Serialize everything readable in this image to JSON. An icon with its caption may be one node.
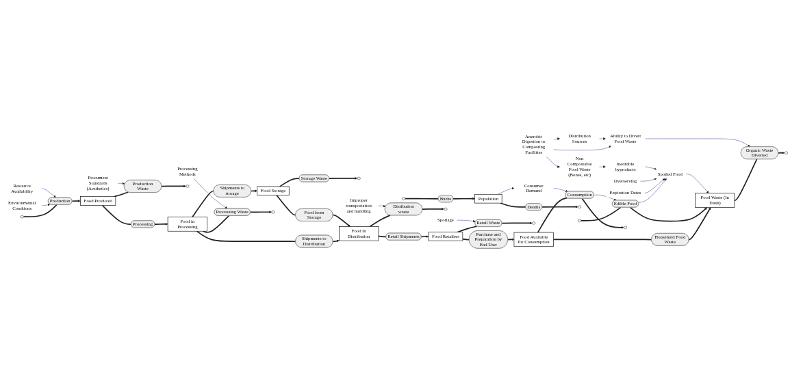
{
  "diagram": {
    "nodes": [
      {
        "text": [
          "Non Compostable Food Waste (Bones, etc)"
        ]
      },
      {
        "text": [
          "Anerobic Digestion or Composting Facilities"
        ]
      },
      {
        "text": [
          "Distribution Sources"
        ]
      },
      {
        "text": [
          "Expiration Dates"
        ]
      },
      {
        "text": [
          "Overserving"
        ]
      },
      {
        "text": [
          "Inedidble byproducts"
        ]
      },
      {
        "text": [
          "Ability to Divert Food Waste"
        ]
      },
      {
        "text": [
          "Spoiled Food"
        ]
      },
      {
        "text": [],
        "shape": "cloud"
      },
      {
        "text": [
          "Edible Food"
        ]
      },
      {
        "text": [
          "Food Waste (In Trash)"
        ]
      },
      {
        "text": [
          "Organic Waste Diverted"
        ]
      },
      {
        "text": [],
        "shape": "cloud"
      },
      {
        "text": [],
        "shape": "cloud"
      },
      {
        "text": [
          "Storage Waste"
        ]
      },
      {
        "text": [
          "Food Storage"
        ]
      },
      {
        "text": [
          "Food from Storage"
        ]
      },
      {
        "text": [
          "Shipments to storage"
        ]
      },
      {
        "text": [
          "Household Food Waste"
        ]
      },
      {
        "text": [],
        "shape": "cloud"
      },
      {
        "text": [
          "Production"
        ]
      },
      {
        "text": [
          "Food Produced"
        ]
      },
      {
        "text": [
          "Processing"
        ]
      },
      {
        "text": [
          "Food in Processing"
        ]
      },
      {
        "text": [
          "Shipments to Distribution"
        ]
      },
      {
        "text": [
          "Food in Distribution"
        ]
      },
      {
        "text": [
          "Retail Shipments"
        ]
      },
      {
        "text": [
          "Food Retailers"
        ]
      },
      {
        "text": [
          "Purchase and Preparation by End User"
        ]
      },
      {
        "text": [
          "Food Available for Consumption"
        ]
      },
      {
        "text": [
          "Consumption"
        ]
      },
      {
        "text": [],
        "shape": "cloud"
      },
      {
        "text": [
          "Environmental Condtions"
        ]
      },
      {
        "text": [
          "Resource Availability"
        ]
      },
      {
        "text": [
          "Production Waste"
        ]
      },
      {
        "text": [
          "Processing Waste"
        ]
      },
      {
        "text": [
          "Distibution waste"
        ]
      },
      {
        "text": [
          "Retail Waste"
        ]
      },
      {
        "text": [
          "Consumer Demand"
        ]
      },
      {
        "text": [],
        "shape": "cloud"
      },
      {
        "text": [
          "Procument Standards (Aesthetics)"
        ]
      },
      {
        "text": [
          "Processing Methods"
        ]
      },
      {
        "text": [],
        "shape": "cloud"
      },
      {
        "text": [
          "Improper transportation and handling"
        ]
      },
      {
        "text": [],
        "shape": "cloud"
      },
      {
        "text": [
          "Spoilage"
        ]
      },
      {
        "text": [],
        "shape": "cloud"
      },
      {
        "text": [],
        "shape": "cloud"
      },
      {
        "text": [
          "Births"
        ]
      },
      {
        "text": [
          "Population"
        ]
      },
      {
        "text": [
          "Deaths"
        ]
      },
      {
        "text": [],
        "shape": "cloud"
      }
    ],
    "edges": [
      {
        "from": 19,
        "to": 20,
        "arrow": "none"
      },
      {
        "from": 20,
        "to": 21,
        "arrow": "to"
      },
      {
        "from": 21,
        "to": 22,
        "arrow": "none"
      },
      {
        "from": 22,
        "to": 23,
        "arrow": "to"
      },
      {
        "from": 23,
        "to": 24,
        "arrow": "none"
      },
      {
        "from": 24,
        "to": 25,
        "arrow": "to"
      },
      {
        "from": 25,
        "to": 26,
        "arrow": "none"
      },
      {
        "from": 26,
        "to": 27,
        "arrow": "to"
      },
      {
        "from": 27,
        "to": 28,
        "arrow": "none"
      },
      {
        "from": 28,
        "to": 29,
        "arrow": "to"
      },
      {
        "from": 29,
        "to": 30,
        "arrow": "none"
      },
      {
        "from": 30,
        "to": 31,
        "arrow": "to"
      },
      {
        "from": 23,
        "to": 17,
        "arrow": "none"
      },
      {
        "from": 17,
        "to": 15,
        "arrow": "to"
      },
      {
        "from": 15,
        "to": 14,
        "arrow": "none"
      },
      {
        "from": 14,
        "to": 13,
        "arrow": "to"
      },
      {
        "from": 15,
        "to": 16,
        "arrow": "none"
      },
      {
        "from": 16,
        "to": 25,
        "arrow": "to"
      },
      {
        "from": 21,
        "to": 34,
        "arrow": "none"
      },
      {
        "from": 34,
        "to": 39,
        "arrow": "to"
      },
      {
        "from": 23,
        "to": 35,
        "arrow": "none"
      },
      {
        "from": 35,
        "to": 42,
        "arrow": "to"
      },
      {
        "from": 25,
        "to": 36,
        "arrow": "none"
      },
      {
        "from": 36,
        "to": 44,
        "arrow": "to"
      },
      {
        "from": 27,
        "to": 37,
        "arrow": "none"
      },
      {
        "from": 37,
        "to": 46,
        "arrow": "to"
      },
      {
        "from": 29,
        "to": 18,
        "arrow": "none"
      },
      {
        "from": 18,
        "to": 10,
        "arrow": "to"
      },
      {
        "from": 8,
        "to": 9,
        "arrow": "none"
      },
      {
        "from": 9,
        "to": 10,
        "arrow": "to"
      },
      {
        "from": 10,
        "to": 11,
        "arrow": "none"
      },
      {
        "from": 11,
        "to": 12,
        "arrow": "to"
      },
      {
        "from": 47,
        "to": 48,
        "arrow": "none"
      },
      {
        "from": 48,
        "to": 49,
        "arrow": "to"
      },
      {
        "from": 49,
        "to": 50,
        "arrow": "none"
      },
      {
        "from": 50,
        "to": 51,
        "arrow": "to"
      },
      {
        "from": 32,
        "to": 20,
        "arrow": "to",
        "color": "#5c5ca8"
      },
      {
        "from": 33,
        "to": 20,
        "arrow": "to",
        "color": "#5c5ca8"
      },
      {
        "from": 40,
        "to": 34,
        "arrow": "to",
        "color": "#5c5ca8"
      },
      {
        "from": 41,
        "to": 35,
        "arrow": "to",
        "color": "#5c5ca8"
      },
      {
        "from": 43,
        "to": 36,
        "arrow": "to",
        "color": "#5c5ca8"
      },
      {
        "from": 45,
        "to": 37,
        "arrow": "to",
        "color": "#5c5ca8"
      },
      {
        "from": 49,
        "to": 38,
        "arrow": "to",
        "color": "#5c5ca8"
      },
      {
        "from": 38,
        "to": 30,
        "arrow": "to",
        "color": "#5c5ca8"
      },
      {
        "from": 30,
        "to": 9,
        "arrow": "to",
        "color": "#5c5ca8"
      },
      {
        "from": 9,
        "to": 7,
        "arrow": "to",
        "color": "#5c5ca8"
      },
      {
        "from": 3,
        "to": 7,
        "arrow": "to",
        "color": "#5c5ca8"
      },
      {
        "from": 4,
        "to": 7,
        "arrow": "to",
        "color": "#5c5ca8"
      },
      {
        "from": 5,
        "to": 7,
        "arrow": "to",
        "color": "#5c5ca8"
      },
      {
        "from": 0,
        "to": 5,
        "arrow": "to",
        "color": "#5c5ca8"
      },
      {
        "from": 1,
        "to": 0,
        "arrow": "to",
        "color": "#5c5ca8"
      },
      {
        "from": 1,
        "to": 2,
        "arrow": "to",
        "color": "#5c5ca8"
      },
      {
        "from": 1,
        "to": 6,
        "arrow": "to",
        "color": "#5c5ca8"
      },
      {
        "from": 2,
        "to": 6,
        "arrow": "to",
        "color": "#5c5ca8"
      },
      {
        "from": 7,
        "to": 10,
        "arrow": "to",
        "color": "#5c5ca8"
      },
      {
        "from": 6,
        "to": 11,
        "arrow": "to",
        "color": "#5c5ca8"
      }
    ]
  }
}
